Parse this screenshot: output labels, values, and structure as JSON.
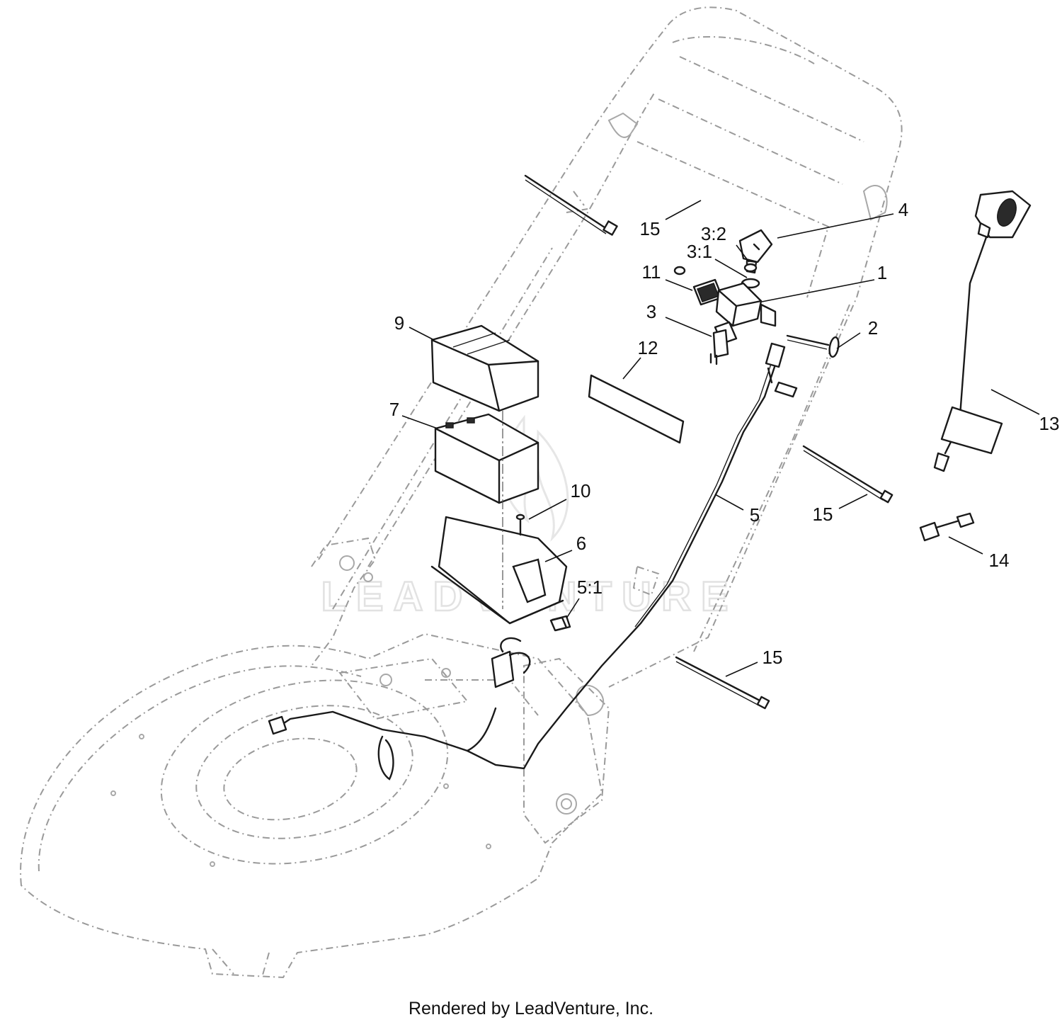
{
  "watermark": "LEADVENTURE",
  "footer": "Rendered by LeadVenture, Inc.",
  "callouts": [
    {
      "id": "callout-15-top",
      "label": "15"
    },
    {
      "id": "callout-4",
      "label": "4"
    },
    {
      "id": "callout-3-2",
      "label": "3:2"
    },
    {
      "id": "callout-3-1",
      "label": "3:1"
    },
    {
      "id": "callout-11",
      "label": "11"
    },
    {
      "id": "callout-1",
      "label": "1"
    },
    {
      "id": "callout-3",
      "label": "3"
    },
    {
      "id": "callout-2",
      "label": "2"
    },
    {
      "id": "callout-9",
      "label": "9"
    },
    {
      "id": "callout-12",
      "label": "12"
    },
    {
      "id": "callout-13",
      "label": "13"
    },
    {
      "id": "callout-7",
      "label": "7"
    },
    {
      "id": "callout-10",
      "label": "10"
    },
    {
      "id": "callout-5",
      "label": "5"
    },
    {
      "id": "callout-15-mid",
      "label": "15"
    },
    {
      "id": "callout-6",
      "label": "6"
    },
    {
      "id": "callout-14",
      "label": "14"
    },
    {
      "id": "callout-5-1",
      "label": "5:1"
    },
    {
      "id": "callout-15-bottom",
      "label": "15"
    }
  ]
}
